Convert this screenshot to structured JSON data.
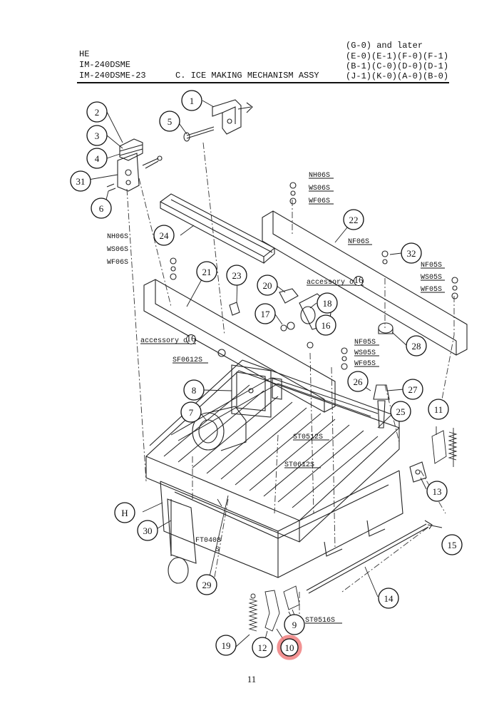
{
  "header": {
    "models": [
      "HE",
      "IM-240DSME",
      "IM-240DSME-23"
    ],
    "section_title": "C. ICE MAKING MECHANISM ASSY",
    "serial_lines": [
      "(G-0) and later",
      "(E-0)(E-1)(F-0)(F-1)",
      "(B-1)(C-0)(D-0)(D-1)",
      "(J-1)(K-0)(A-0)(B-0)"
    ]
  },
  "highlight_color": "#f08080",
  "callouts": [
    "1",
    "2",
    "3",
    "4",
    "5",
    "6",
    "7",
    "8",
    "9",
    "10",
    "11",
    "12",
    "13",
    "14",
    "15",
    "16",
    "17",
    "18",
    "19",
    "20",
    "21",
    "22",
    "23",
    "24",
    "25",
    "26",
    "27",
    "28",
    "29",
    "30",
    "31",
    "32",
    "H"
  ],
  "highlighted_callout": "10",
  "hardware_labels": {
    "nh06s_a": "NH06S",
    "ws06s_a": "WS06S",
    "wf06s_a": "WF06S",
    "nh06s_b": "NH06S",
    "ws06s_b": "WS06S",
    "wf06s_b": "WF06S",
    "nf06s": "NF06S",
    "nf05s_a": "NF05S",
    "ws05s_a": "WS05S",
    "wf05s_a": "WF05S",
    "nf05s_b": "NF05S",
    "ws05s_b": "WS05S",
    "wf05s_b": "WF05S",
    "sf0612s": "SF0612S",
    "st0512s": "ST0512S",
    "st0612s": "ST0612S",
    "st0516s": "ST0516S",
    "ft0408_a": "FT0408",
    "ft0408_b": "S"
  },
  "accessory_labels": {
    "accessory_a": "accessory of",
    "accessory_b": "accessory of"
  },
  "accessory_ref": "16",
  "page_number": "11"
}
